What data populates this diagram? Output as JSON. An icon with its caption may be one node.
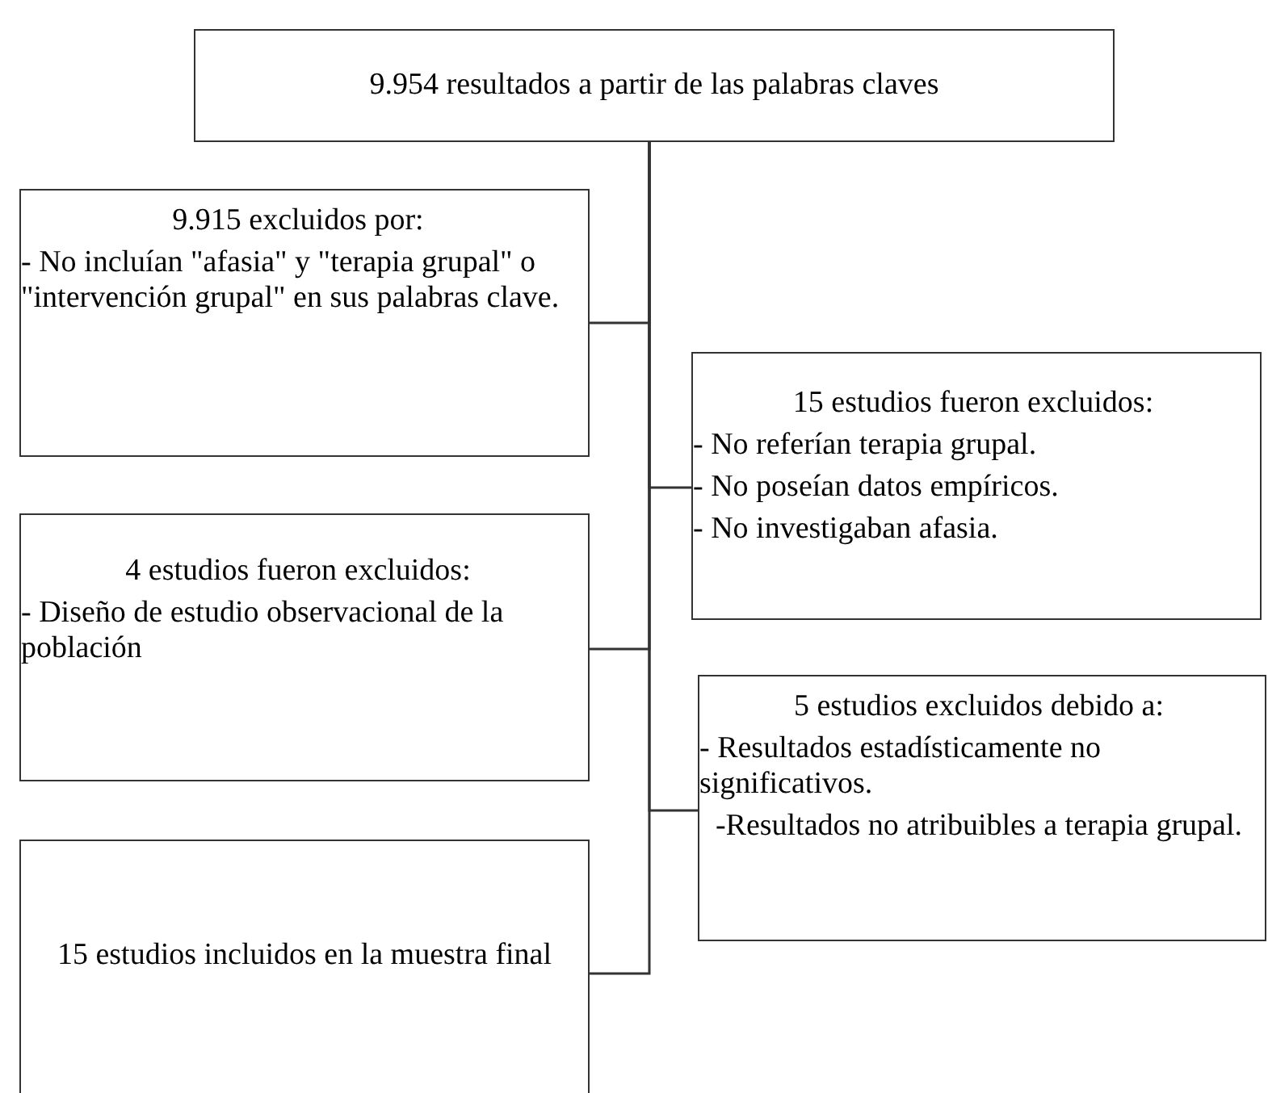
{
  "diagram": {
    "nodes": [
      {
        "text": [
          "9.954 resultados a partir de las palabras claves"
        ]
      },
      {
        "text": [
          "9.915 excluidos por:",
          "- No incluían \"afasia\" y \"terapia grupal\" o \"intervención grupal\" en sus palabras clave."
        ]
      },
      {
        "text": [
          "15 estudios fueron excluidos:",
          "- No referían terapia grupal.",
          "- No poseían datos empíricos.",
          "- No investigaban afasia."
        ]
      },
      {
        "text": [
          "4 estudios fueron excluidos:",
          "- Diseño de estudio observacional de la población"
        ]
      },
      {
        "text": [
          "5 estudios excluidos debido a:",
          "- Resultados estadísticamente no significativos.",
          "-Resultados no atribuibles a terapia grupal."
        ]
      },
      {
        "text": [
          "15 estudios incluidos en la muestra final"
        ]
      }
    ],
    "edges": [
      {
        "from": 0,
        "to": 1,
        "arrow": "none"
      },
      {
        "from": 0,
        "to": 2,
        "arrow": "none"
      },
      {
        "from": 0,
        "to": 3,
        "arrow": "none"
      },
      {
        "from": 0,
        "to": 4,
        "arrow": "none"
      },
      {
        "from": 0,
        "to": 5,
        "arrow": "none"
      }
    ]
  }
}
